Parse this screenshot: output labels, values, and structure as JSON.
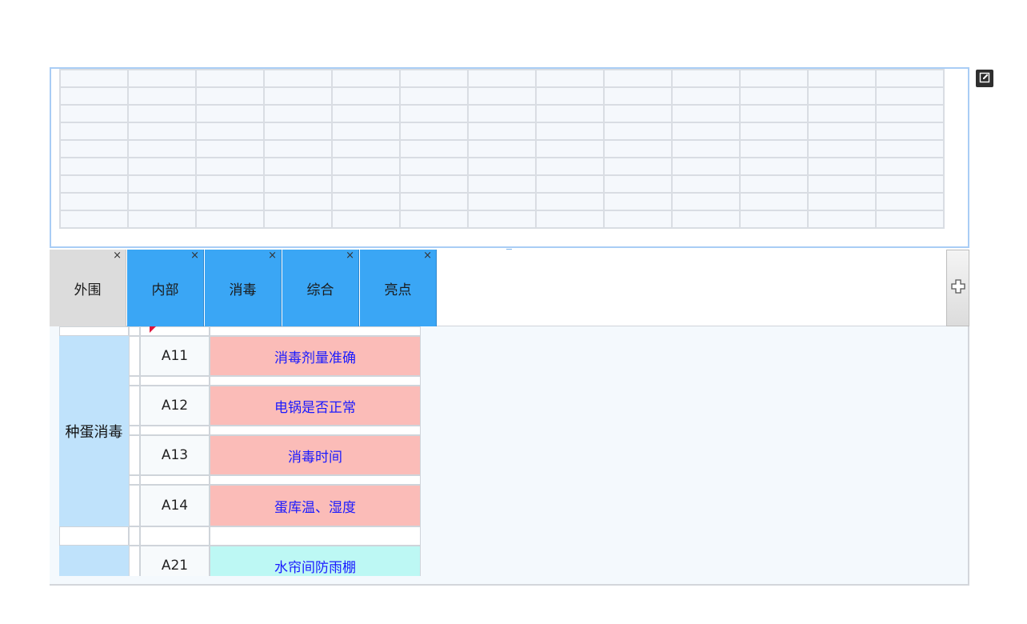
{
  "tabs": [
    {
      "label": "外围",
      "active": false
    },
    {
      "label": "内部",
      "active": true
    },
    {
      "label": "消毒",
      "active": true
    },
    {
      "label": "综合",
      "active": true
    },
    {
      "label": "亮点",
      "active": true
    }
  ],
  "close_glyph": "×",
  "icons": {
    "edit": "edit-icon",
    "add": "plus-icon"
  },
  "colors": {
    "tab_active": "#3aa6f5",
    "tab_inactive": "#dcdcdc",
    "category_bg": "#bfe2fb",
    "item_bg": "#fbbcb8",
    "item_alt_bg": "#bdf8f4",
    "item_text": "#1a1aff",
    "grid_border": "#a9cdf5"
  },
  "checklist": {
    "category": "种蛋消毒",
    "rows": [
      {
        "code": "A11",
        "label": "消毒剂量准确"
      },
      {
        "code": "A12",
        "label": "电锅是否正常"
      },
      {
        "code": "A13",
        "label": "消毒时间"
      },
      {
        "code": "A14",
        "label": "蛋库温、湿度"
      },
      {
        "code": "A21",
        "label": "水帘间防雨棚"
      }
    ]
  }
}
